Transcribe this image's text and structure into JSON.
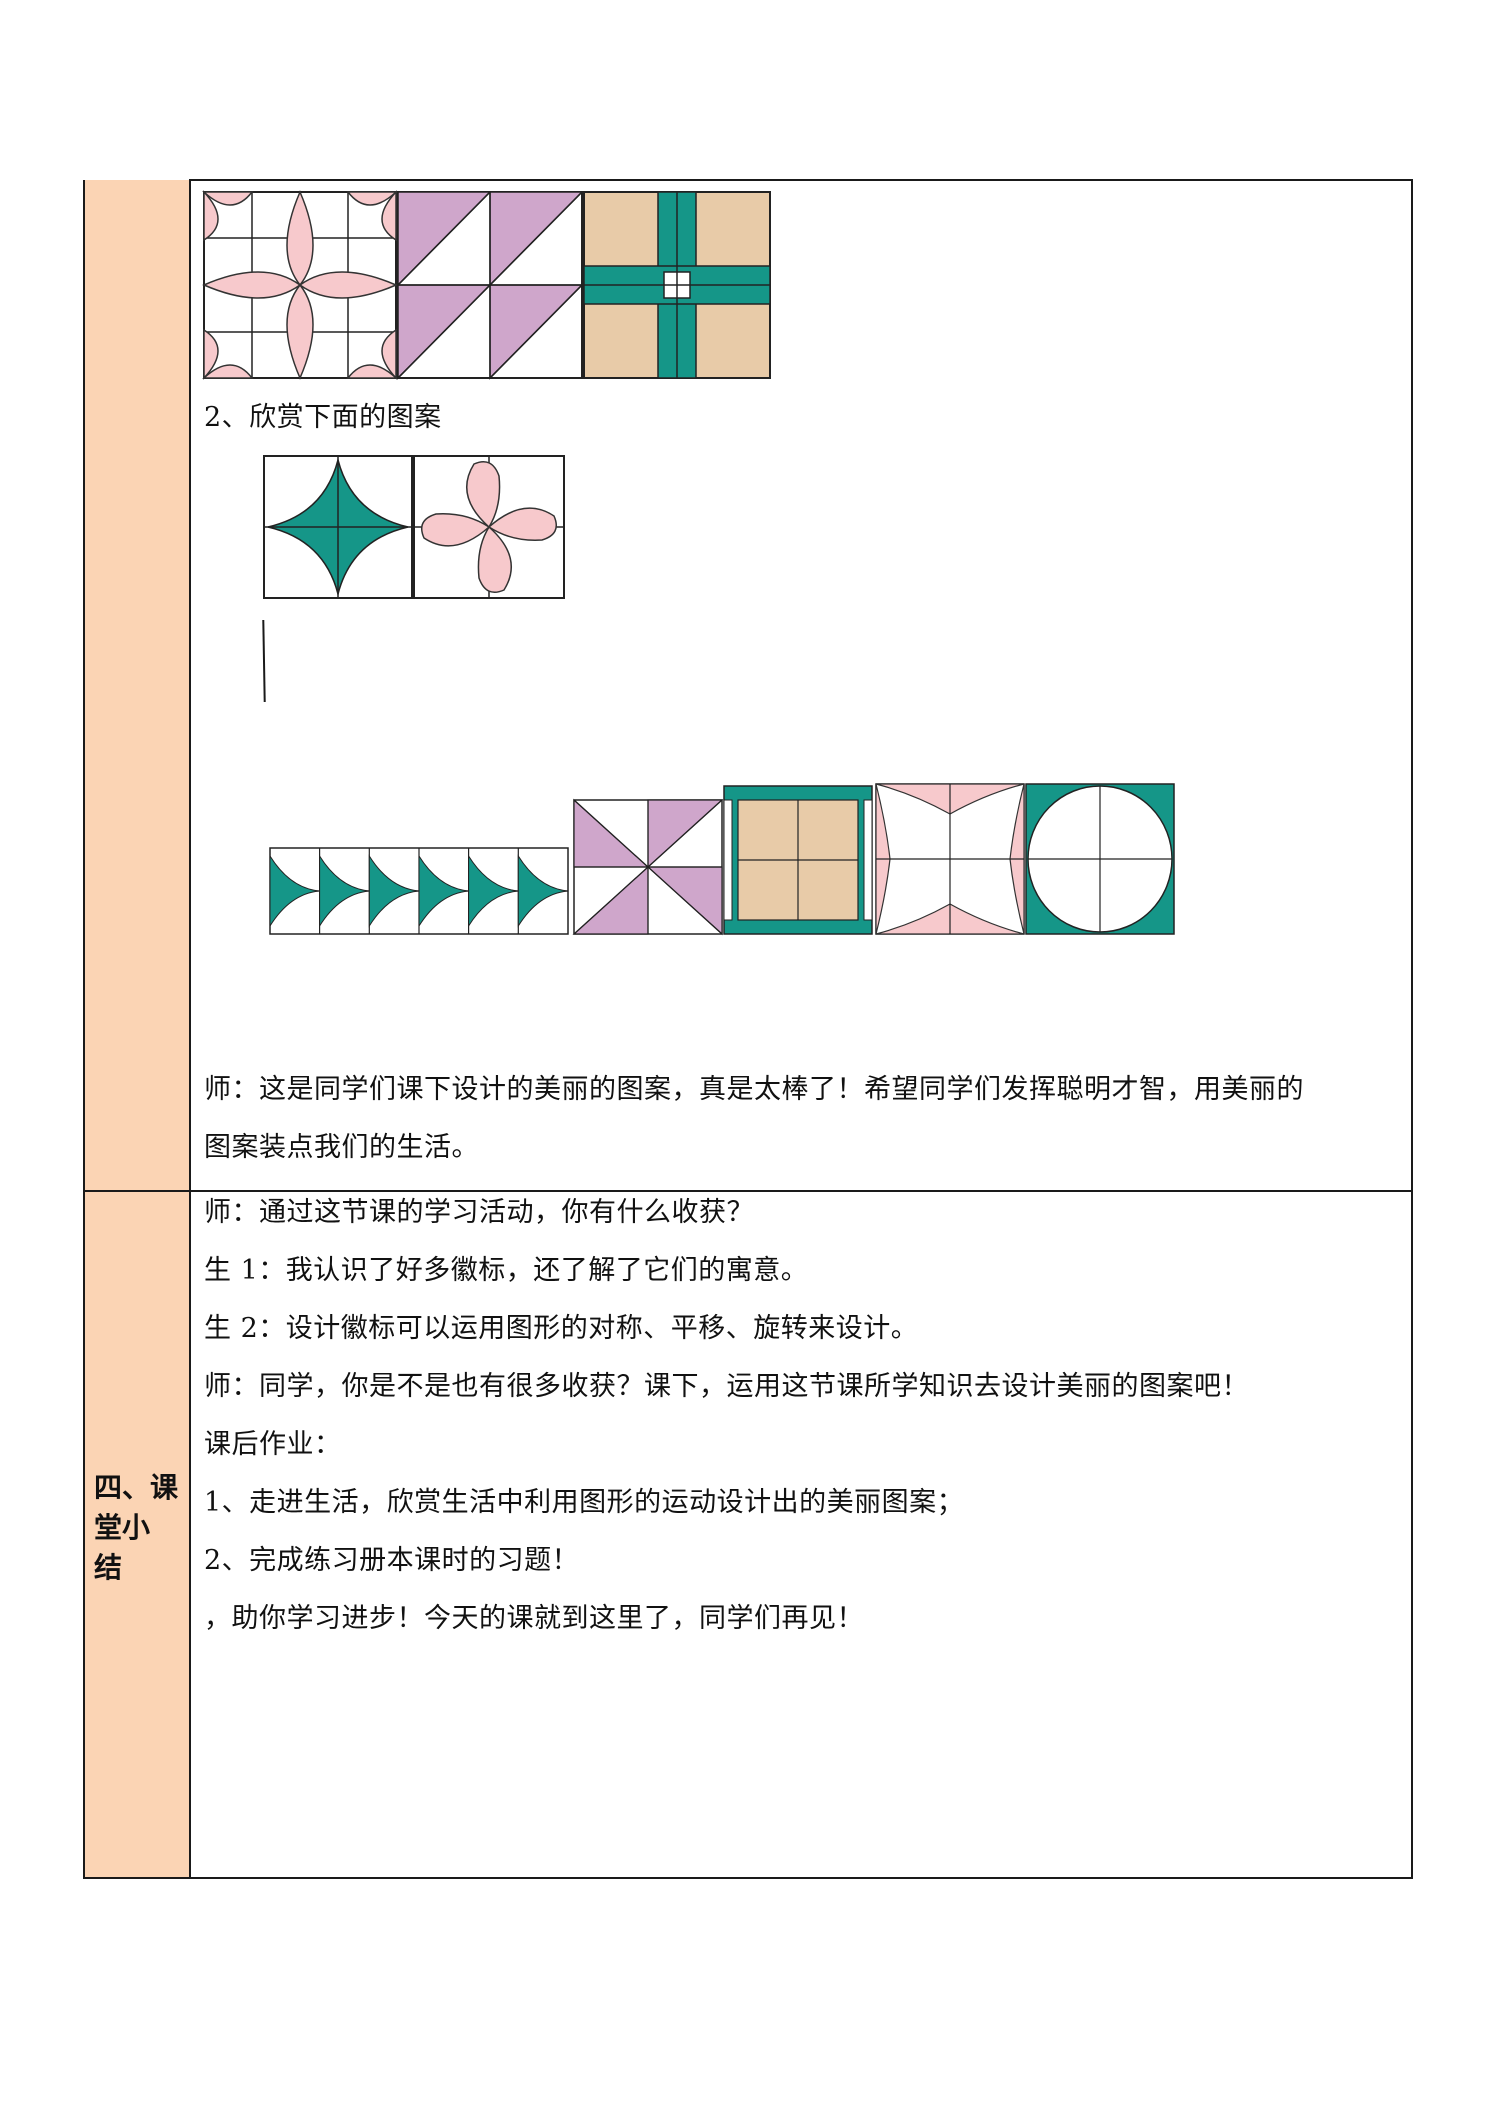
{
  "top_section": {
    "heading": "2、欣赏下面的图案",
    "teacher_line1": "师：这是同学们课下设计的美丽的图案，真是太棒了！希望同学们发挥聪明才智，用美丽的",
    "teacher_line2": "图案装点我们的生活。"
  },
  "summary_section": {
    "label": "四、课\n堂小\n结",
    "lines": [
      "师：通过这节课的学习活动，你有什么收获？",
      "生 1：我认识了好多徽标，还了解了它们的寓意。",
      "生 2：设计徽标可以运用图形的对称、平移、旋转来设计。",
      "师：同学，你是不是也有很多收获？课下，运用这节课所学知识去设计美丽的图案吧！",
      "课后作业：",
      "1、走进生活，欣赏生活中利用图形的运动设计出的美丽图案；",
      "2、完成练习册本课时的习题！",
      "，助你学习进步！今天的课就到这里了，同学们再见！"
    ]
  },
  "colors": {
    "label_bg": "#fbd4b4",
    "teal": "#159688",
    "pink": "#f7c9cc",
    "lilac": "#cfa6cb",
    "tan": "#e8cba8",
    "border": "#1a1a1a"
  }
}
